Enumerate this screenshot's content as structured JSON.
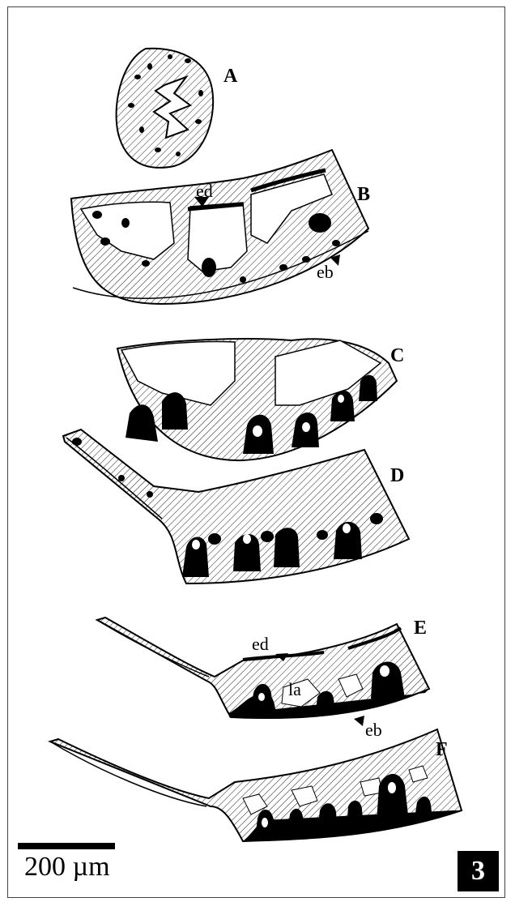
{
  "panels": [
    {
      "label": "A"
    },
    {
      "label": "B"
    },
    {
      "label": "C"
    },
    {
      "label": "D"
    },
    {
      "label": "E"
    },
    {
      "label": "F"
    }
  ],
  "annotations": {
    "ed": "ed",
    "eb": "eb",
    "la": "la"
  },
  "scale_bar": {
    "label": "200 µm"
  },
  "figure_number": "3"
}
